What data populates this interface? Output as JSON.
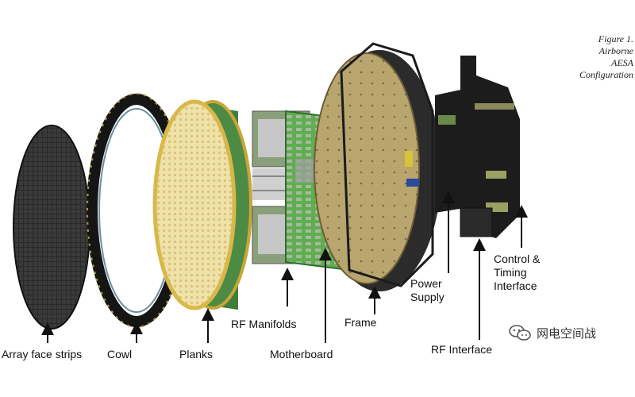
{
  "figure": {
    "caption_lines": [
      "Figure 1.",
      "Airborne",
      "AESA",
      "Configuration"
    ]
  },
  "labels": {
    "array_face_strips": "Array face strips",
    "cowl": "Cowl",
    "planks": "Planks",
    "rf_manifolds": "RF Manifolds",
    "motherboard": "Motherboard",
    "frame": "Frame",
    "power_supply": [
      "Power",
      "Supply"
    ],
    "rf_interface": "RF Interface",
    "control_timing": [
      "Control &",
      "Timing",
      "Interface"
    ]
  },
  "watermark": {
    "text": "网电空间战",
    "icon": "wechat-icon"
  },
  "colors": {
    "array_face": "#2a2a2a",
    "cowl": "#151515",
    "planks_face": "#efe2a8",
    "planks_green": "#3f7d3a",
    "motherboard": "#4aa04a",
    "frame": "#b9a56e",
    "frame_rim": "#2b2b2b",
    "electronics": "#1c1c1c"
  }
}
